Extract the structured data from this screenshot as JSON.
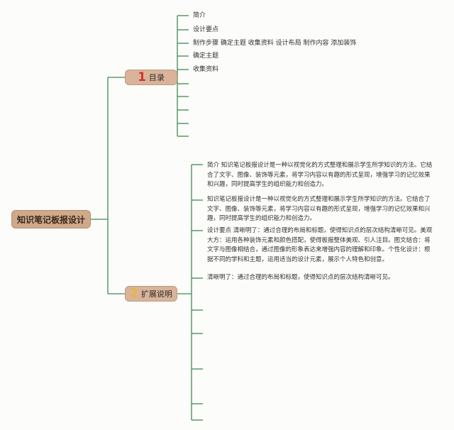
{
  "root": {
    "label": "知识笔记板报设计"
  },
  "branches": [
    {
      "number": "1",
      "label": "目录"
    },
    {
      "number": "2",
      "label": "扩展说明"
    }
  ],
  "toc": {
    "items": [
      "简介",
      "设计要点",
      "制作步骤 确定主题 收集资料 设计布局 制作内容 添加装饰",
      "确定主题",
      "收集资料"
    ]
  },
  "notes": {
    "paragraphs": [
      "简介 知识笔记板报设计是一种以视觉化的方式整理和展示学生所学知识的方法。它结合了文字、图像、装饰等元素，将学习内容以有趣的形式呈现，增强学习的记忆效果和兴趣，同时提高学生的组织能力和创造力。",
      "知识笔记板报设计是一种以视觉化的方式整理和展示学生所学知识的方法。它结合了文字、图像、装饰等元素，将学习内容以有趣的形式呈现，增强学习的记忆效果和兴趣，同时提高学生的组织能力和创造力。",
      "设计要点 清晰明了：通过合理的布局和标题，使得知识点的层次结构清晰可见。美观大方：运用各种装饰元素和颜色搭配，使得板报整体美观、引人注目。图文结合：将文字与图像相结合，通过图像的形象表达来增强内容的理解和印象。个性化设计：根据不同的学科和主题，运用适当的设计元素，展示个人特色和创意。",
      "清晰明了：通过合理的布局和标题，使得知识点的层次结构清晰可见。"
    ]
  }
}
